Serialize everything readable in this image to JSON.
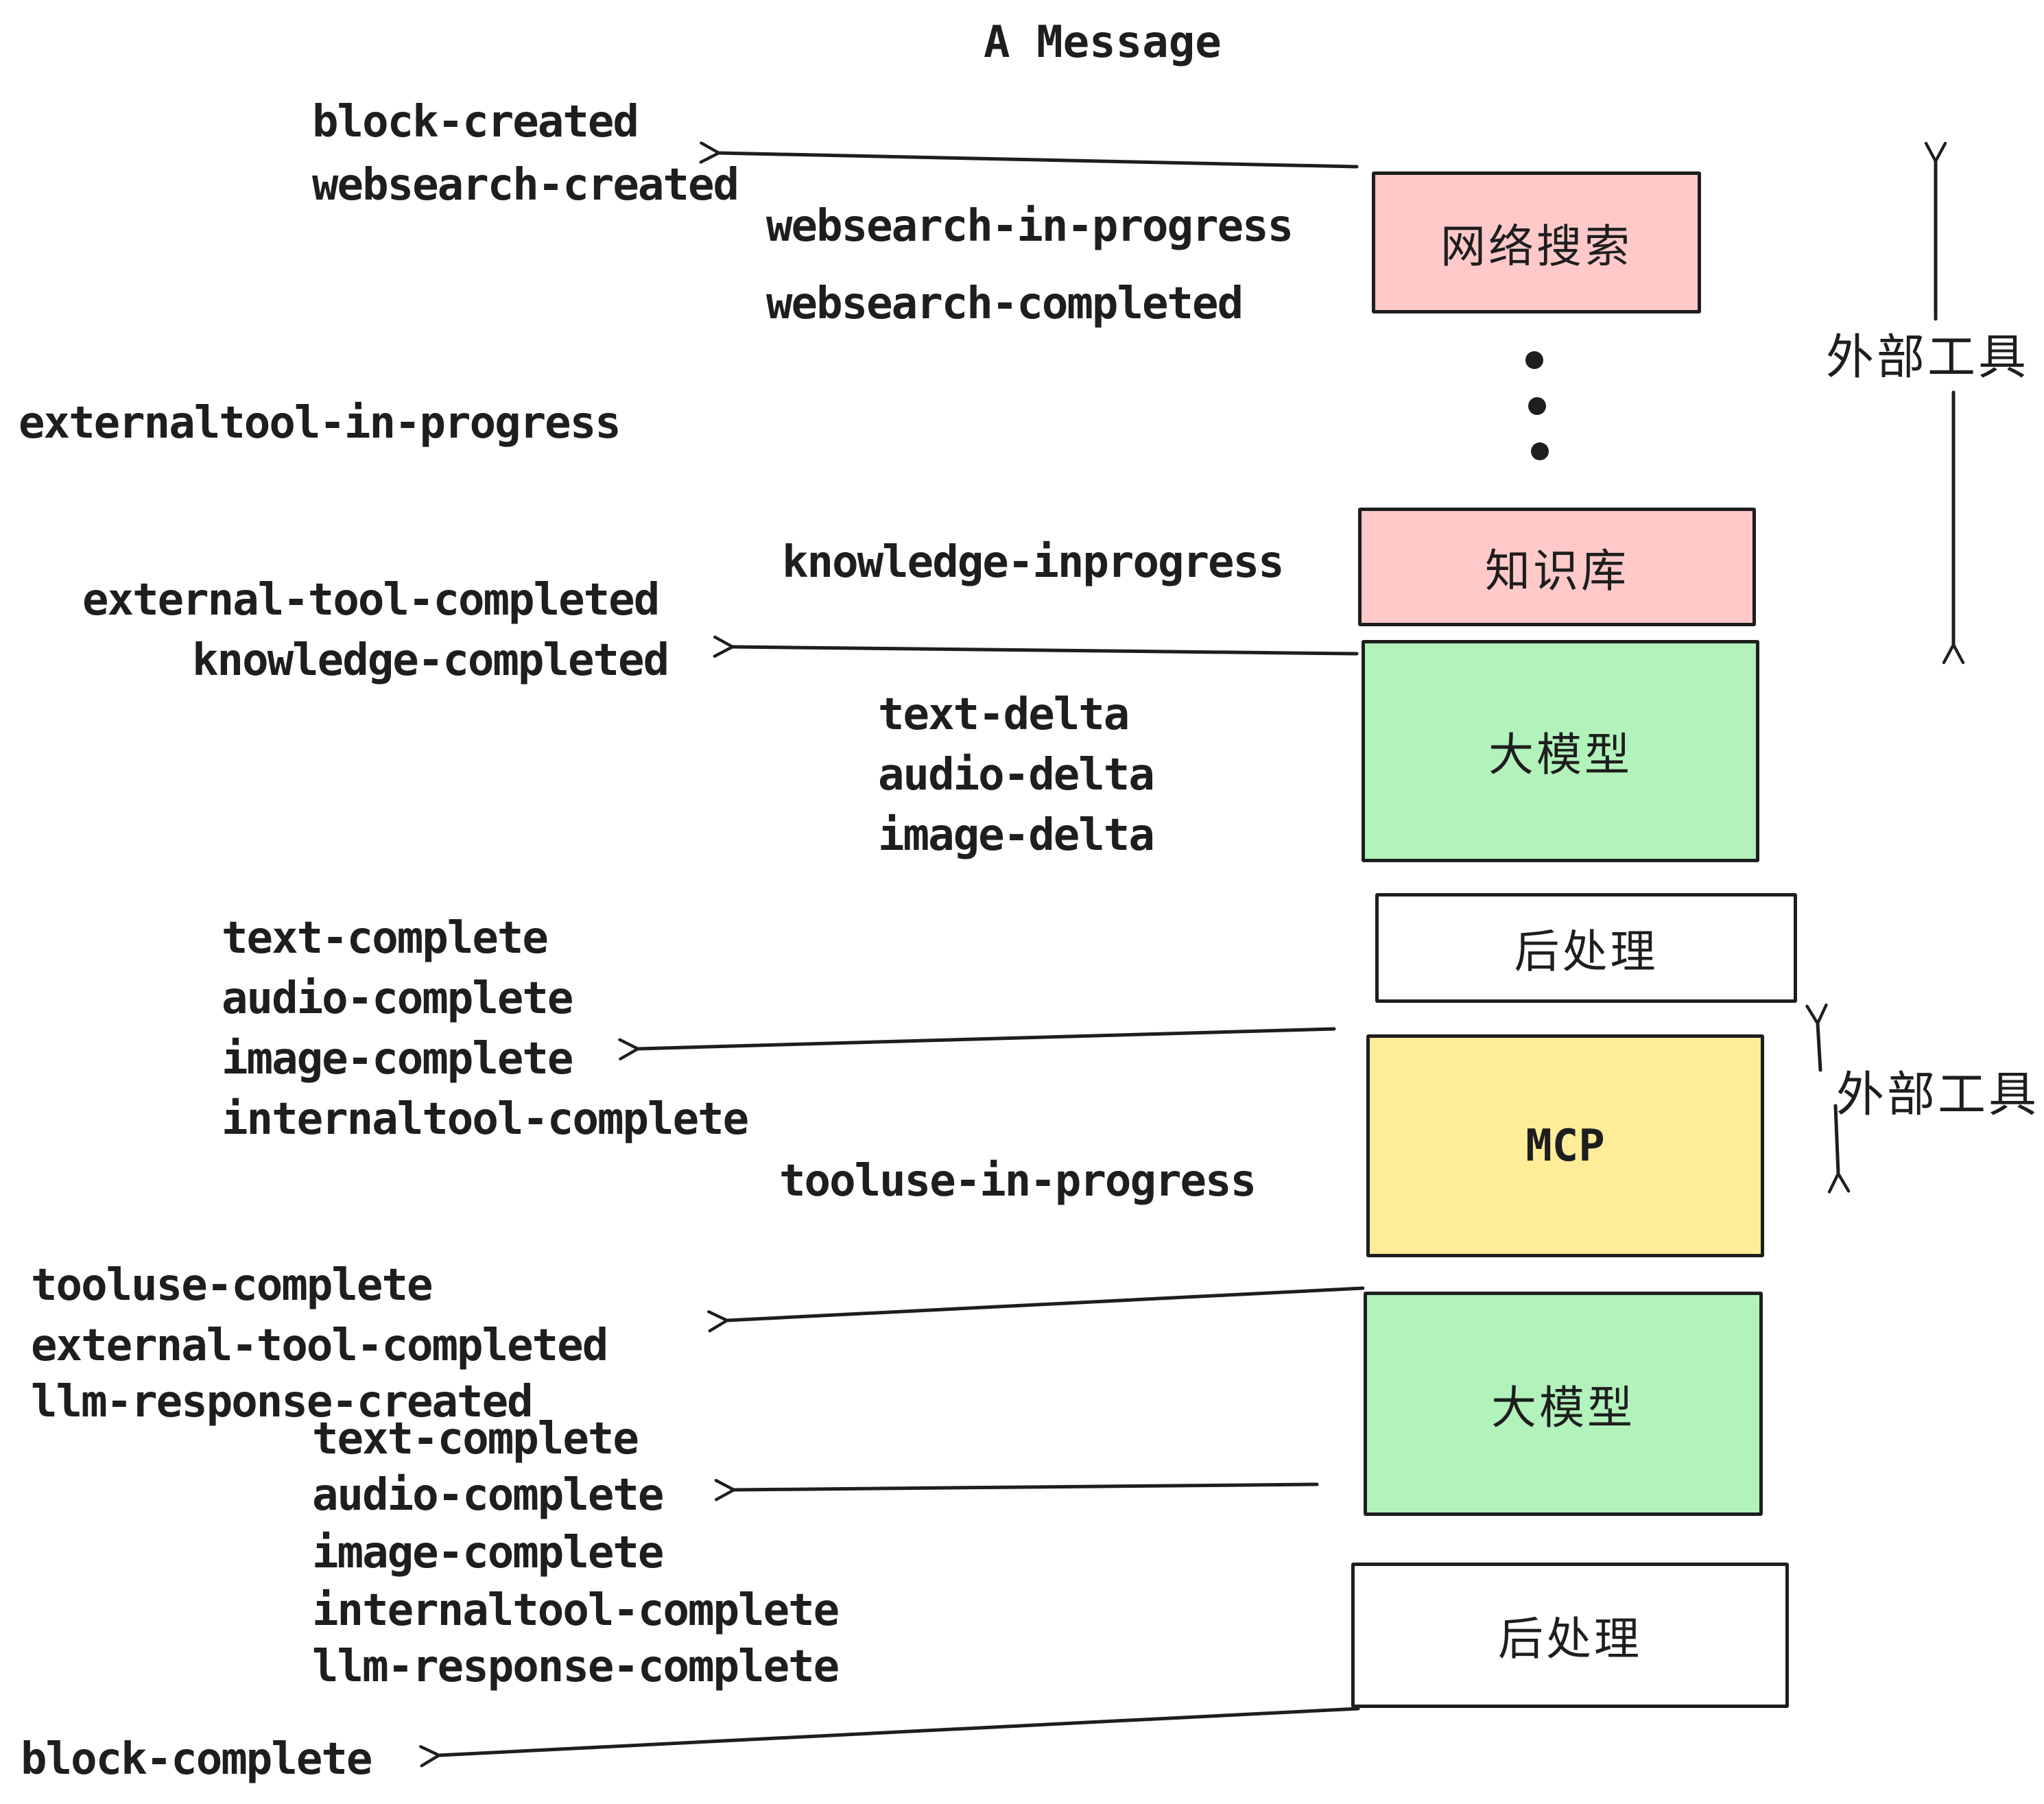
{
  "title": "A Message",
  "events": {
    "block_created": "block-created",
    "websearch_created": "websearch-created",
    "websearch_in_progress": "websearch-in-progress",
    "websearch_completed": "websearch-completed",
    "externaltool_in_progress": "externaltool-in-progress",
    "knowledge_inprogress": "knowledge-inprogress",
    "external_tool_completed_1": "external-tool-completed",
    "knowledge_completed": "knowledge-completed",
    "text_delta_1": "text-delta",
    "audio_delta_1": "audio-delta",
    "image_delta_1": "image-delta",
    "text_complete_1": "text-complete",
    "audio_complete_1": "audio-complete",
    "image_complete_1": "image-complete",
    "internaltool_complete_1": "internaltool-complete",
    "tooluse_in_progress": "tooluse-in-progress",
    "tooluse_complete": "tooluse-complete",
    "external_tool_completed_2": "external-tool-completed",
    "llm_response_created": "llm-response-created",
    "text_complete_2": "text-complete",
    "audio_complete_2": "audio-complete",
    "image_complete_2": "image-complete",
    "internaltool_complete_2": "internaltool-complete",
    "llm_response_complete": "llm-response-complete",
    "block_complete": "block-complete"
  },
  "boxes": {
    "websearch": {
      "label": "网络搜索",
      "color": "#ffc9c9"
    },
    "knowledge": {
      "label": "知识库",
      "color": "#ffc9c9"
    },
    "llm1": {
      "label": "大模型",
      "color": "#b2f2bb"
    },
    "post1": {
      "label": "后处理",
      "color": "#ffffff"
    },
    "mcp": {
      "label": "MCP",
      "color": "#ffec99"
    },
    "llm2": {
      "label": "大模型",
      "color": "#b2f2bb"
    },
    "post2": {
      "label": "后处理",
      "color": "#ffffff"
    }
  },
  "side_labels": {
    "external_tool_top": "外部工具",
    "external_tool_mcp": "外部工具"
  },
  "colors": {
    "ink": "#1e1e1e",
    "pink": "#ffc9c9",
    "green": "#b2f2bb",
    "yellow": "#ffec99"
  }
}
